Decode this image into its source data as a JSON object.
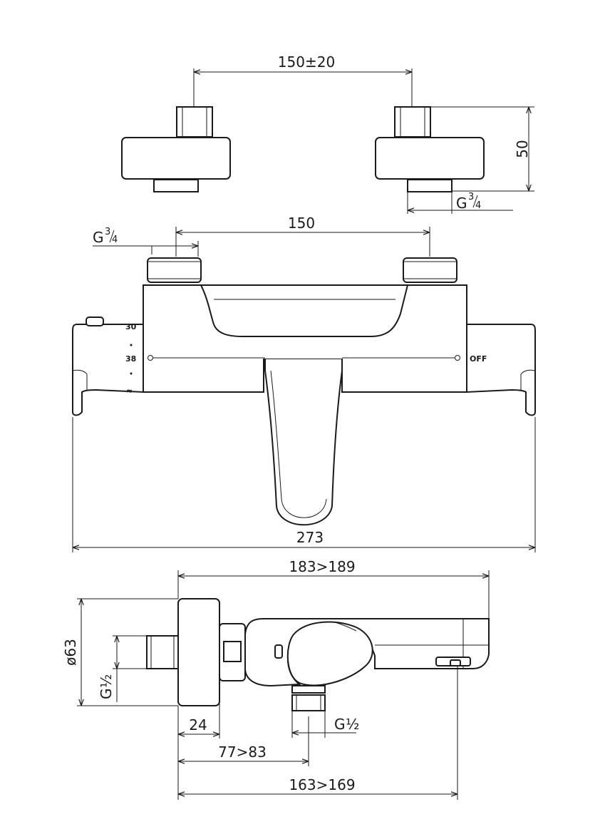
{
  "top_view": {
    "spacing_label": "150±20",
    "height_label": "50",
    "thread_label": {
      "prefix": "G",
      "num": "3",
      "den": "4"
    }
  },
  "front_view": {
    "spacing_label": "150",
    "thread_label": {
      "prefix": "G",
      "num": "3",
      "den": "4"
    },
    "width_label": "273",
    "scale_marks": {
      "top": "30",
      "mid": "38",
      "bottom": "≈"
    },
    "off_label": "OFF"
  },
  "side_view": {
    "length_label": "183>189",
    "diameter_label": "ø63",
    "inlet_thread_label": {
      "prefix": "G",
      "frac": "½"
    },
    "depth_label": "24",
    "outlet_thread_label": {
      "prefix": "G",
      "frac": "½"
    },
    "outlet_distance_label": "77>83",
    "spout_distance_label": "163>169"
  }
}
